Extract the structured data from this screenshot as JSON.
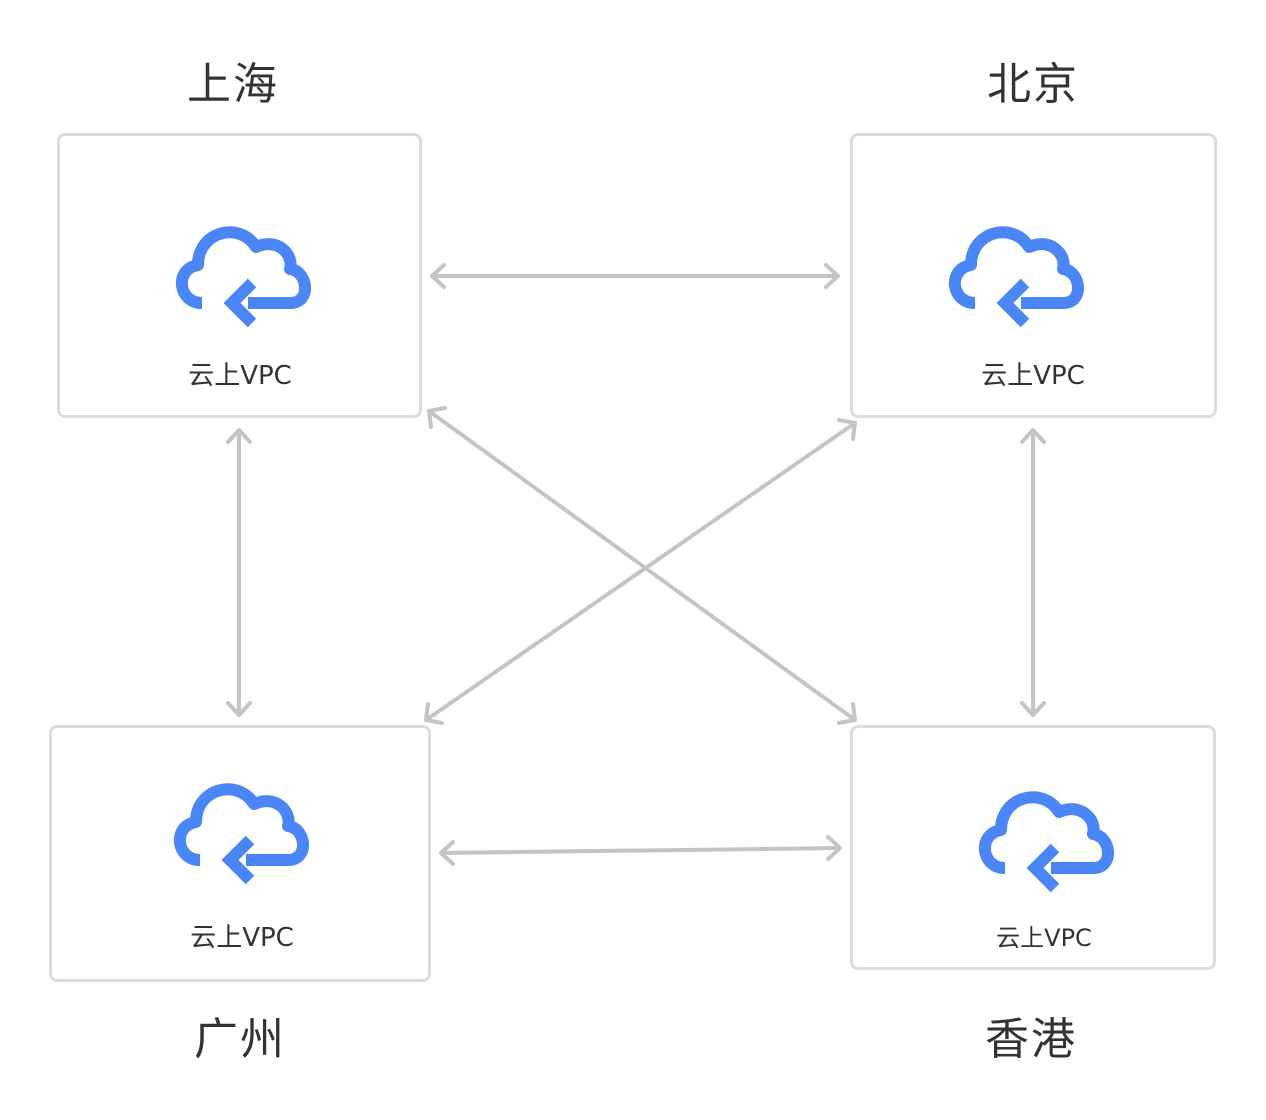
{
  "colors": {
    "accent": "#4a86f5",
    "connector": "#c3c4c8",
    "box_border": "#dcdcdc",
    "text": "#333333"
  },
  "regions": {
    "shanghai": {
      "name": "上海",
      "vpc_label": "云上VPC",
      "icon": "cloud-vpc-icon"
    },
    "beijing": {
      "name": "北京",
      "vpc_label": "云上VPC",
      "icon": "cloud-vpc-icon"
    },
    "guangzhou": {
      "name": "广州",
      "vpc_label": "云上VPC",
      "icon": "cloud-vpc-icon"
    },
    "hongkong": {
      "name": "香港",
      "vpc_label": "云上VPC",
      "icon": "cloud-vpc-icon"
    }
  },
  "connections": [
    {
      "from": "shanghai",
      "to": "beijing",
      "type": "bidirectional"
    },
    {
      "from": "shanghai",
      "to": "guangzhou",
      "type": "bidirectional"
    },
    {
      "from": "beijing",
      "to": "hongkong",
      "type": "bidirectional"
    },
    {
      "from": "guangzhou",
      "to": "hongkong",
      "type": "bidirectional"
    },
    {
      "from": "shanghai",
      "to": "hongkong",
      "type": "bidirectional"
    },
    {
      "from": "beijing",
      "to": "guangzhou",
      "type": "bidirectional"
    }
  ]
}
